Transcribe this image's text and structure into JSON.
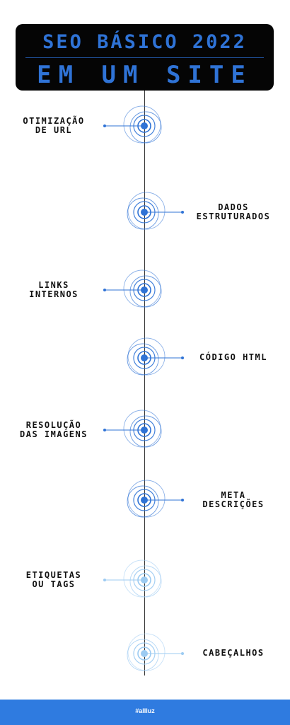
{
  "header": {
    "line1": "SEO BÁSICO 2022",
    "line2": "EM UM SITE"
  },
  "colors": {
    "accent": "#2f73d6",
    "faded": "#9ccbf2",
    "dark": "#050505",
    "footer": "#2f7be0"
  },
  "items": [
    {
      "line1": "OTIMIZAÇÃO",
      "line2": "DE URL",
      "side": "left",
      "faded": false
    },
    {
      "line1": "DADOS",
      "line2": "ESTRUTURADOS",
      "side": "right",
      "faded": false
    },
    {
      "line1": "LINKS",
      "line2": "INTERNOS",
      "side": "left",
      "faded": false
    },
    {
      "line1": "CÓDIGO HTML",
      "line2": "",
      "side": "right",
      "faded": false
    },
    {
      "line1": "RESOLUÇÃO",
      "line2": "DAS IMAGENS",
      "side": "left",
      "faded": false
    },
    {
      "line1": "META",
      "line2": "DESCRIÇÕES",
      "side": "right",
      "faded": false
    },
    {
      "line1": "ETIQUETAS",
      "line2": "OU TAGS",
      "side": "left",
      "faded": true
    },
    {
      "line1": "CABEÇALHOS",
      "line2": "",
      "side": "right",
      "faded": true
    }
  ],
  "footer": {
    "text": "#allluz"
  }
}
